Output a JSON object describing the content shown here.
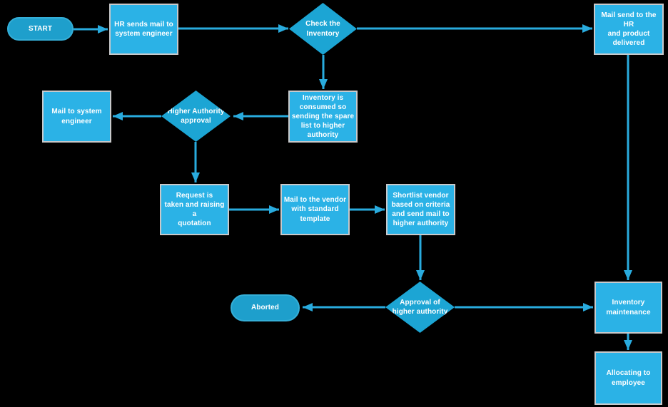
{
  "diagram": {
    "type": "flowchart",
    "colors": {
      "background": "#000000",
      "process_fill": "#2BB2E6",
      "process_border": "#C8C9CB",
      "decision_fill": "#1CA5D4",
      "terminator_fill": "#1E9FCC",
      "connector": "#29ABDE",
      "text": "#FFFFFF"
    },
    "nodes": {
      "start": {
        "type": "terminator",
        "label": "START"
      },
      "hr_mail": {
        "type": "process",
        "label": "HR sends mail to\nsystem engineer"
      },
      "check_inventory": {
        "type": "decision",
        "label": "Check the\nInventory"
      },
      "mail_hr_delivered": {
        "type": "process",
        "label": "Mail send to the HR\nand product\ndelivered"
      },
      "inventory_consumed": {
        "type": "process",
        "label": "Inventory is\nconsumed so\nsending the spare\nlist to higher\nauthority"
      },
      "higher_authority_approval": {
        "type": "decision",
        "label": "Higher Authority\napproval"
      },
      "mail_system_engineer": {
        "type": "process",
        "label": "Mail to system\nengineer"
      },
      "request_quotation": {
        "type": "process",
        "label": "Request is\ntaken  and raising a\nquotation"
      },
      "mail_vendor": {
        "type": "process",
        "label": "Mail to the vendor\nwith standard\ntemplate"
      },
      "shortlist_vendor": {
        "type": "process",
        "label": "Shortlist vendor\nbased on criteria\nand send mail to\nhigher authority"
      },
      "approval_higher": {
        "type": "decision",
        "label": "Approval of\nhigher authority"
      },
      "aborted": {
        "type": "terminator",
        "label": "Aborted"
      },
      "inventory_maintenance": {
        "type": "process",
        "label": "Inventory\nmaintenance"
      },
      "allocating_employee": {
        "type": "process",
        "label": "Allocating to\nemployee"
      }
    },
    "edges": [
      {
        "from": "start",
        "to": "hr_mail"
      },
      {
        "from": "hr_mail",
        "to": "check_inventory"
      },
      {
        "from": "check_inventory",
        "to": "mail_hr_delivered"
      },
      {
        "from": "check_inventory",
        "to": "inventory_consumed"
      },
      {
        "from": "inventory_consumed",
        "to": "higher_authority_approval"
      },
      {
        "from": "higher_authority_approval",
        "to": "mail_system_engineer"
      },
      {
        "from": "higher_authority_approval",
        "to": "request_quotation"
      },
      {
        "from": "request_quotation",
        "to": "mail_vendor"
      },
      {
        "from": "mail_vendor",
        "to": "shortlist_vendor"
      },
      {
        "from": "shortlist_vendor",
        "to": "approval_higher"
      },
      {
        "from": "approval_higher",
        "to": "aborted"
      },
      {
        "from": "approval_higher",
        "to": "inventory_maintenance"
      },
      {
        "from": "mail_hr_delivered",
        "to": "inventory_maintenance"
      },
      {
        "from": "inventory_maintenance",
        "to": "allocating_employee"
      }
    ]
  }
}
